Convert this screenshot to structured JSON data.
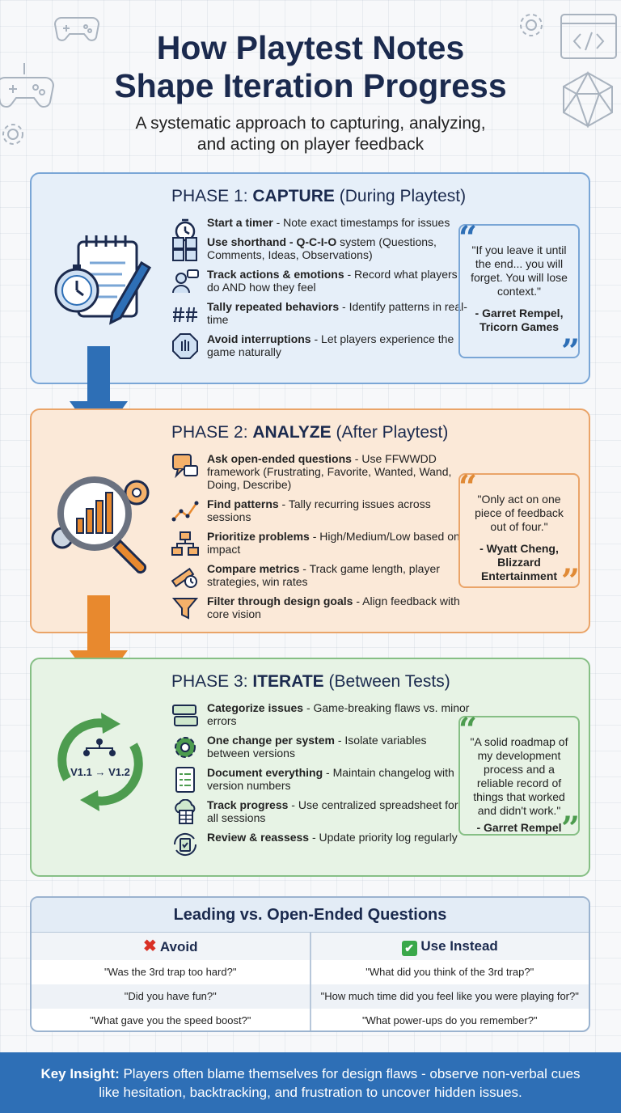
{
  "title_line1": "How Playtest Notes",
  "title_line2": "Shape Iteration Progress",
  "subtitle_line1": "A systematic approach to capturing, analyzing,",
  "subtitle_line2": "and acting on player feedback",
  "colors": {
    "blue": "#2e6fb6",
    "orange": "#e8892e",
    "green": "#4d9c4f",
    "navy": "#1b2a4e"
  },
  "phases": [
    {
      "label": "PHASE 1:",
      "name": "CAPTURE",
      "when": "(During Playtest)",
      "icon": "notepad-stopwatch-pen-icon",
      "items": [
        {
          "icon": "timer-icon",
          "bold": "Start a timer",
          "text": " - Note exact timestamps for issues"
        },
        {
          "icon": "qcio-grid-icon",
          "bold": "Use shorthand - Q-C-I-O",
          "text": " system (Questions, Comments, Ideas, Observations)"
        },
        {
          "icon": "person-speech-icon",
          "bold": "Track actions & emotions",
          "text": " - Record what players do AND how they feel"
        },
        {
          "icon": "tally-icon",
          "bold": "Tally repeated behaviors",
          "text": " - Identify patterns in real-time"
        },
        {
          "icon": "stop-hand-icon",
          "bold": "Avoid interruptions",
          "text": " - Let players experience the game naturally"
        }
      ],
      "quote": "\"If you leave it until the end... you will forget. You will lose context.\"",
      "author": "- Garret Rempel, Tricorn Games"
    },
    {
      "label": "PHASE 2:",
      "name": "ANALYZE",
      "when": "(After Playtest)",
      "icon": "magnifier-chart-gears-icon",
      "items": [
        {
          "icon": "speech-question-icon",
          "bold": "Ask open-ended questions",
          "text": " - Use FFWWDD framework (Frustrating, Favorite, Wanted, Wand, Doing, Describe)"
        },
        {
          "icon": "trend-line-icon",
          "bold": "Find patterns",
          "text": " - Tally recurring issues across sessions"
        },
        {
          "icon": "hierarchy-icon",
          "bold": "Prioritize problems",
          "text": " - High/Medium/Low based on impact"
        },
        {
          "icon": "ruler-clock-icon",
          "bold": "Compare metrics",
          "text": " - Track game length, player strategies, win rates"
        },
        {
          "icon": "funnel-icon",
          "bold": "Filter through design goals",
          "text": " - Align feedback with core vision"
        }
      ],
      "quote": "\"Only act on one piece of feedback out of four.\"",
      "author": "- Wyatt Cheng, Blizzard Entertainment"
    },
    {
      "label": "PHASE 3:",
      "name": "ITERATE",
      "when": "(Between Tests)",
      "icon": "cycle-arrows-icon",
      "cycle_text": "V1.1 → V1.2",
      "items": [
        {
          "icon": "folders-icon",
          "bold": "Categorize issues",
          "text": " - Game-breaking flaws vs. minor errors"
        },
        {
          "icon": "gear-icon",
          "bold": "One change per system",
          "text": " - Isolate variables between versions"
        },
        {
          "icon": "document-list-icon",
          "bold": "Document everything",
          "text": " - Maintain changelog with version numbers"
        },
        {
          "icon": "cloud-sheet-icon",
          "bold": "Track progress",
          "text": " - Use centralized spreadsheet for all sessions"
        },
        {
          "icon": "refresh-clipboard-icon",
          "bold": "Review & reassess",
          "text": " - Update priority log regularly"
        }
      ],
      "quote": "\"A solid roadmap of my development process and a reliable record of things that worked and didn't work.\"",
      "author": "- Garret Rempel"
    }
  ],
  "comparison": {
    "title": "Leading vs. Open-Ended Questions",
    "avoid_label": "Avoid",
    "instead_label": "Use Instead",
    "avoid": [
      "\"Was the 3rd trap too hard?\"",
      "\"Did you have fun?\"",
      "\"What gave you the speed boost?\""
    ],
    "instead": [
      "\"What did you think of the 3rd trap?\"",
      "\"How much time did you feel like you were playing for?\"",
      "\"What power-ups do you remember?\""
    ]
  },
  "insight": {
    "label": "Key Insight:",
    "text": " Players often blame themselves for design flaws - observe non-verbal cues like hesitation, backtracking, and frustration to uncover hidden issues."
  }
}
